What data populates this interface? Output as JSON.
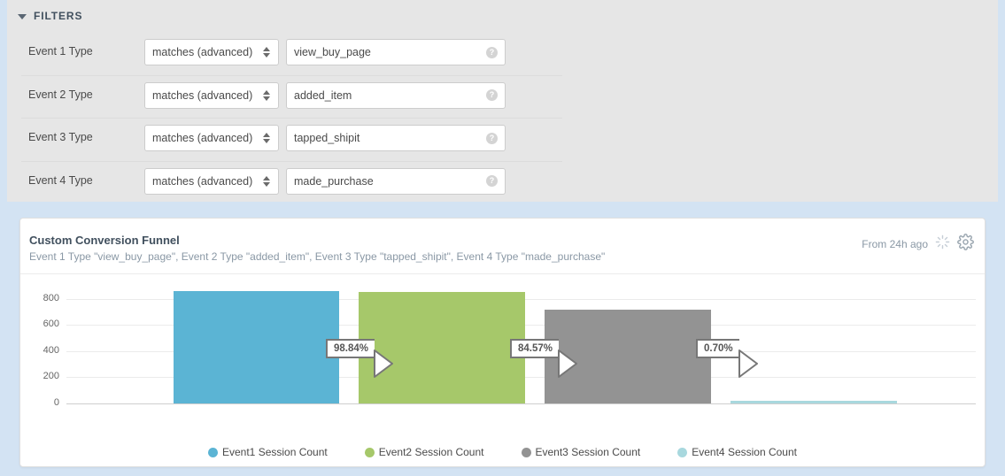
{
  "page": {
    "frame_color": "#d3e3f3",
    "panel_bg": "#e6e6e6"
  },
  "filters": {
    "title": "FILTERS",
    "caret_icon": "caret-down-icon",
    "rows": [
      {
        "label": "Event 1 Type",
        "operator": "matches (advanced)",
        "value": "view_buy_page",
        "help_icon": "help-circle-icon"
      },
      {
        "label": "Event 2 Type",
        "operator": "matches (advanced)",
        "value": "added_item",
        "help_icon": "help-circle-icon"
      },
      {
        "label": "Event 3 Type",
        "operator": "matches (advanced)",
        "value": "tapped_shipit",
        "help_icon": "help-circle-icon"
      },
      {
        "label": "Event 4 Type",
        "operator": "matches (advanced)",
        "value": "made_purchase",
        "help_icon": "help-circle-icon"
      }
    ]
  },
  "card": {
    "title": "Custom Conversion Funnel",
    "subtitle": "Event 1 Type \"view_buy_page\", Event 2 Type \"added_item\", Event 3 Type \"tapped_shipit\", Event 4 Type \"made_purchase\"",
    "time_range": "From 24h ago",
    "loading_icon": "spinner-icon",
    "settings_icon": "gear-icon"
  },
  "chart_data": {
    "type": "bar",
    "title": "Custom Conversion Funnel",
    "xlabel": "",
    "ylabel": "",
    "ylim": [
      0,
      900
    ],
    "yticks": [
      0,
      200,
      400,
      600,
      800
    ],
    "grid": true,
    "legend_position": "bottom",
    "categories": [
      "Event1 Session Count",
      "Event2 Session Count",
      "Event3 Session Count",
      "Event4 Session Count"
    ],
    "values": [
      860,
      850,
      719,
      5
    ],
    "colors": [
      "#5bb4d4",
      "#a6c86a",
      "#939393",
      "#a8d8de"
    ],
    "annotations": [
      {
        "label": "98.84%",
        "from": 0,
        "to": 1
      },
      {
        "label": "84.57%",
        "from": 1,
        "to": 2
      },
      {
        "label": "0.70%",
        "from": 2,
        "to": 3
      }
    ],
    "legend": [
      {
        "label": "Event1 Session Count",
        "color": "#5bb4d4"
      },
      {
        "label": "Event2 Session Count",
        "color": "#a6c86a"
      },
      {
        "label": "Event3 Session Count",
        "color": "#939393"
      },
      {
        "label": "Event4 Session Count",
        "color": "#a8d8de"
      }
    ]
  }
}
